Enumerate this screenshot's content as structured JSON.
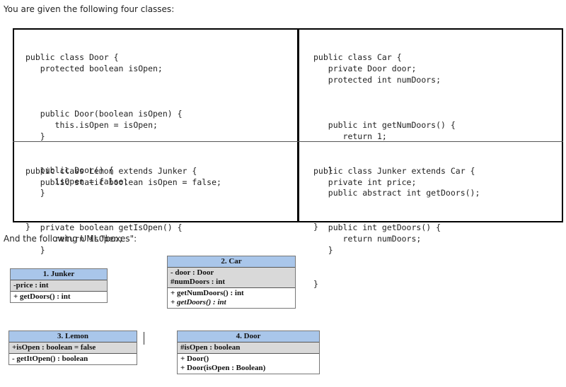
{
  "intro": "You are given the following four classes:",
  "code": {
    "door": [
      "public class Door {",
      "   protected boolean isOpen;",
      "",
      "   public Door(boolean isOpen) {",
      "      this.isOpen = isOpen;",
      "   }",
      "   public Door() {",
      "      isOpen = false;",
      "   }",
      "}"
    ],
    "car": [
      "public class Car {",
      "   private Door door;",
      "   protected int numDoors;",
      "",
      "   public int getNumDoors() {",
      "      return 1;",
      "   }",
      "",
      "   public abstract int getDoors();",
      "}"
    ],
    "lemon": [
      "public class Lemon extends Junker {",
      "   public static boolean isOpen = false;",
      "",
      "   private boolean getIsOpen() {",
      "      return isOpen;",
      "   }",
      "}"
    ],
    "junker": [
      "public class Junker extends Car {",
      "   private int price;",
      "",
      "   public int getDoors() {",
      "      return numDoors;",
      "   }",
      "}"
    ]
  },
  "uml_intro": "And the following UML \"boxes\":",
  "uml": {
    "junker": {
      "title": "1.  Junker",
      "attrs": [
        "-price : int"
      ],
      "ops": [
        "+ getDoors() : int"
      ]
    },
    "car": {
      "title": "2.  Car",
      "attrs": [
        " - door : Door",
        "#numDoors : int"
      ],
      "ops": [
        "+ getNumDoors() : int",
        "+ getDoors() : int"
      ]
    },
    "lemon": {
      "title": "3.  Lemon",
      "attrs": [
        "+isOpen : boolean = false"
      ],
      "ops": [
        "- getItOpen() : boolean"
      ]
    },
    "door": {
      "title": "4.  Door",
      "attrs": [
        "#isOpen : boolean"
      ],
      "ops": [
        "+ Door()",
        "+ Door(isOpen : Boolean)"
      ]
    }
  }
}
